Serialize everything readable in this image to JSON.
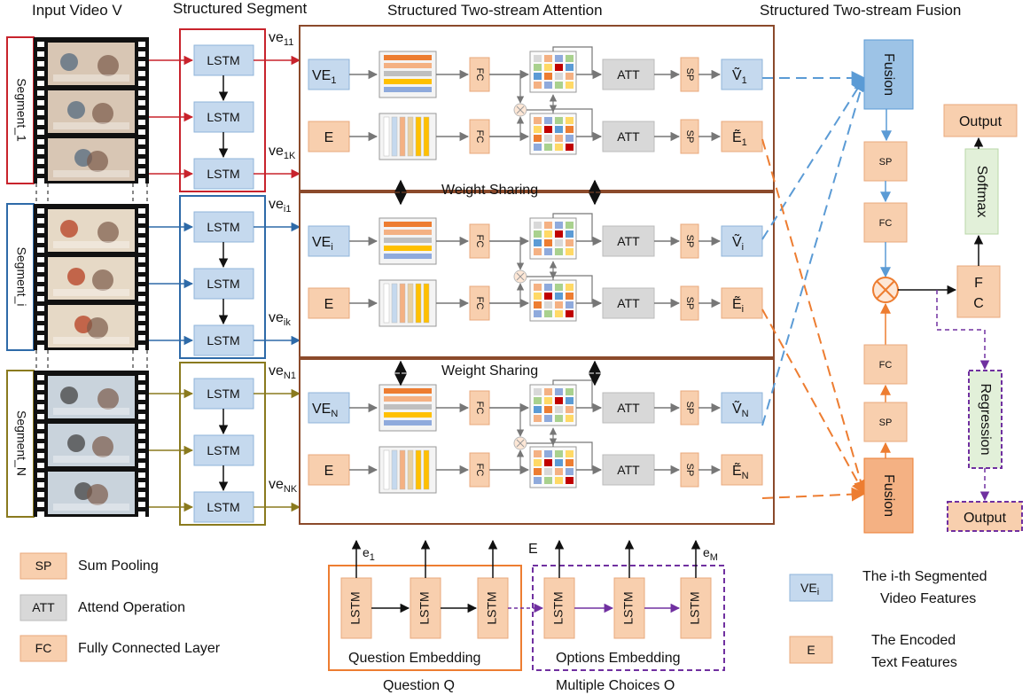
{
  "headers": {
    "input_video": "Input Video V",
    "structured_segment": "Structured Segment",
    "attention": "Structured Two-stream Attention",
    "fusion": "Structured Two-stream Fusion"
  },
  "segments": [
    {
      "label": "Segment_1",
      "color": "#c8232c",
      "top_out": "ve",
      "top_sub": "11",
      "bot_out": "ve",
      "bot_sub": "1K",
      "vin": "VE",
      "vin_sub": "1",
      "vout": "Ṽ",
      "vout_sub": "1",
      "eout": "Ẽ",
      "eout_sub": "1"
    },
    {
      "label": "Segment_i",
      "color": "#2e6aa8",
      "top_out": "ve",
      "top_sub": "i1",
      "bot_out": "ve",
      "bot_sub": "ik",
      "vin": "VE",
      "vin_sub": "i",
      "vout": "Ṽ",
      "vout_sub": "i",
      "eout": "Ẽ",
      "eout_sub": "i"
    },
    {
      "label": "Segment_N",
      "color": "#8a7a1e",
      "top_out": "ve",
      "top_sub": "N1",
      "bot_out": "ve",
      "bot_sub": "NK",
      "vin": "VE",
      "vin_sub": "N",
      "vout": "Ṽ",
      "vout_sub": "N",
      "eout": "Ẽ",
      "eout_sub": "N"
    }
  ],
  "blocks": {
    "lstm": "LSTM",
    "fc": "FC",
    "att": "ATT",
    "sp": "SP",
    "e": "E",
    "fusion": "Fusion",
    "softmax": "Softmax",
    "regression": "Regression",
    "output": "Output",
    "f": "F",
    "c": "C"
  },
  "weight_sharing": "Weight Sharing",
  "bottom": {
    "e1": "e",
    "e1_sub": "1",
    "E": "E",
    "eM": "e",
    "eM_sub": "M",
    "question_embedding": "Question Embedding",
    "options_embedding": "Options Embedding",
    "question_q": "Question Q",
    "multiple_choices": "Multiple Choices O"
  },
  "legend": {
    "sp_key": "SP",
    "sp_text": "Sum Pooling",
    "att_key": "ATT",
    "att_text": "Attend Operation",
    "fc_key": "FC",
    "fc_text": "Fully Connected Layer",
    "ve_key": "VE",
    "ve_key_sub": "i",
    "ve_line1": "The i-th Segmented",
    "ve_line2": "Video Features",
    "e_key": "E",
    "e_line1": "The Encoded",
    "e_line2": "Text Features"
  },
  "colors": {
    "orange_box": "#f8cfae",
    "blue_box": "#c5d9ee",
    "gray_box": "#d8d8d8",
    "green_box": "#e2f0d9",
    "brown_frame": "#8b4a2b",
    "blue_arrow": "#5b9bd5",
    "orange_arrow": "#ed7d31",
    "purple": "#7030a0"
  }
}
